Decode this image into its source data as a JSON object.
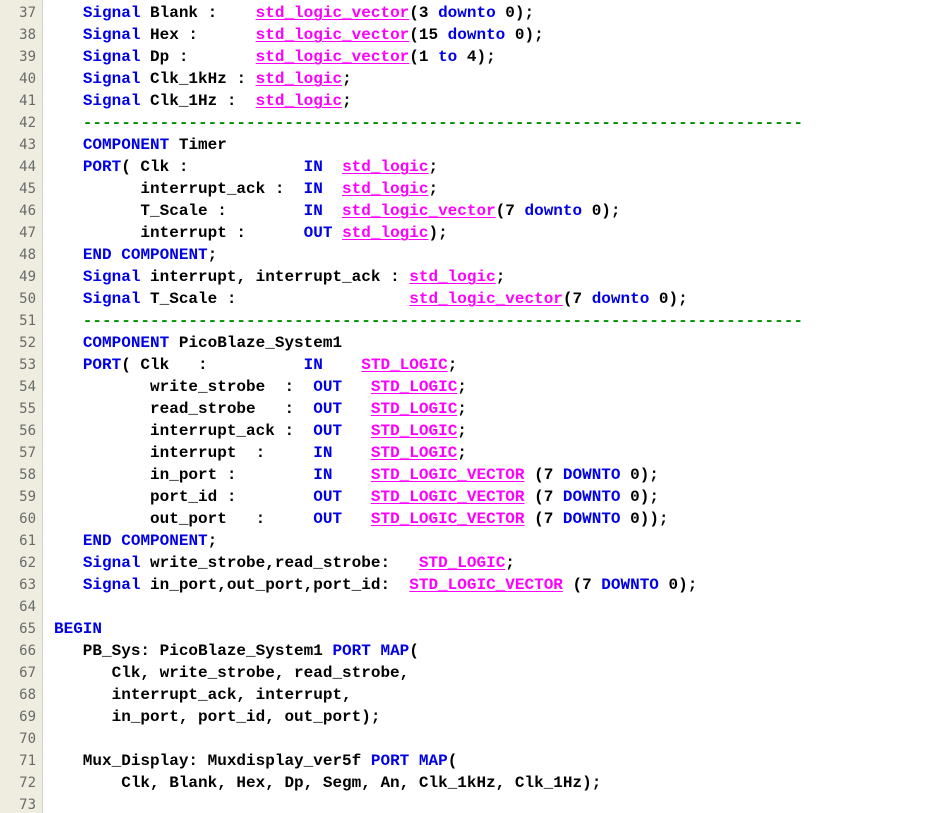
{
  "colors": {
    "keyword": "#0000e6",
    "type": "#ff00ff",
    "comment": "#009000",
    "text": "#000000",
    "gutter_bg": "#eeede0",
    "line_number": "#6a6a6a"
  },
  "lines": [
    {
      "num": "37",
      "tokens": [
        [
          "   ",
          "nm"
        ],
        [
          "Signal",
          "kw"
        ],
        [
          " Blank :    ",
          "nm"
        ],
        [
          "std_logic_vector",
          "ty"
        ],
        [
          "(3 ",
          "nm"
        ],
        [
          "downto",
          "kw"
        ],
        [
          " 0);",
          "nm"
        ]
      ]
    },
    {
      "num": "38",
      "tokens": [
        [
          "   ",
          "nm"
        ],
        [
          "Signal",
          "kw"
        ],
        [
          " Hex :      ",
          "nm"
        ],
        [
          "std_logic_vector",
          "ty"
        ],
        [
          "(15 ",
          "nm"
        ],
        [
          "downto",
          "kw"
        ],
        [
          " 0);",
          "nm"
        ]
      ]
    },
    {
      "num": "39",
      "tokens": [
        [
          "   ",
          "nm"
        ],
        [
          "Signal",
          "kw"
        ],
        [
          " Dp :       ",
          "nm"
        ],
        [
          "std_logic_vector",
          "ty"
        ],
        [
          "(1 ",
          "nm"
        ],
        [
          "to",
          "kw"
        ],
        [
          " 4);",
          "nm"
        ]
      ]
    },
    {
      "num": "40",
      "tokens": [
        [
          "   ",
          "nm"
        ],
        [
          "Signal",
          "kw"
        ],
        [
          " Clk_1kHz : ",
          "nm"
        ],
        [
          "std_logic",
          "ty"
        ],
        [
          ";",
          "nm"
        ]
      ]
    },
    {
      "num": "41",
      "tokens": [
        [
          "   ",
          "nm"
        ],
        [
          "Signal",
          "kw"
        ],
        [
          " Clk_1Hz :  ",
          "nm"
        ],
        [
          "std_logic",
          "ty"
        ],
        [
          ";",
          "nm"
        ]
      ]
    },
    {
      "num": "42",
      "tokens": [
        [
          "   ---------------------------------------------------------------------------",
          "cm"
        ]
      ]
    },
    {
      "num": "43",
      "tokens": [
        [
          "   ",
          "nm"
        ],
        [
          "COMPONENT",
          "kw"
        ],
        [
          " Timer",
          "nm"
        ]
      ]
    },
    {
      "num": "44",
      "tokens": [
        [
          "   ",
          "nm"
        ],
        [
          "PORT",
          "kw"
        ],
        [
          "( Clk :            ",
          "nm"
        ],
        [
          "IN",
          "kw"
        ],
        [
          "  ",
          "nm"
        ],
        [
          "std_logic",
          "ty"
        ],
        [
          ";",
          "nm"
        ]
      ]
    },
    {
      "num": "45",
      "tokens": [
        [
          "         interrupt_ack :  ",
          "nm"
        ],
        [
          "IN",
          "kw"
        ],
        [
          "  ",
          "nm"
        ],
        [
          "std_logic",
          "ty"
        ],
        [
          ";",
          "nm"
        ]
      ]
    },
    {
      "num": "46",
      "tokens": [
        [
          "         T_Scale :        ",
          "nm"
        ],
        [
          "IN",
          "kw"
        ],
        [
          "  ",
          "nm"
        ],
        [
          "std_logic_vector",
          "ty"
        ],
        [
          "(7 ",
          "nm"
        ],
        [
          "downto",
          "kw"
        ],
        [
          " 0);",
          "nm"
        ]
      ]
    },
    {
      "num": "47",
      "tokens": [
        [
          "         interrupt :      ",
          "nm"
        ],
        [
          "OUT",
          "kw"
        ],
        [
          " ",
          "nm"
        ],
        [
          "std_logic",
          "ty"
        ],
        [
          ");",
          "nm"
        ]
      ]
    },
    {
      "num": "48",
      "tokens": [
        [
          "   ",
          "nm"
        ],
        [
          "END",
          "kw"
        ],
        [
          " ",
          "nm"
        ],
        [
          "COMPONENT",
          "kw"
        ],
        [
          ";",
          "nm"
        ]
      ]
    },
    {
      "num": "49",
      "tokens": [
        [
          "   ",
          "nm"
        ],
        [
          "Signal",
          "kw"
        ],
        [
          " interrupt, interrupt_ack : ",
          "nm"
        ],
        [
          "std_logic",
          "ty"
        ],
        [
          ";",
          "nm"
        ]
      ]
    },
    {
      "num": "50",
      "tokens": [
        [
          "   ",
          "nm"
        ],
        [
          "Signal",
          "kw"
        ],
        [
          " T_Scale :                  ",
          "nm"
        ],
        [
          "std_logic_vector",
          "ty"
        ],
        [
          "(7 ",
          "nm"
        ],
        [
          "downto",
          "kw"
        ],
        [
          " 0);",
          "nm"
        ]
      ]
    },
    {
      "num": "51",
      "tokens": [
        [
          "   ---------------------------------------------------------------------------",
          "cm"
        ]
      ]
    },
    {
      "num": "52",
      "tokens": [
        [
          "   ",
          "nm"
        ],
        [
          "COMPONENT",
          "kw"
        ],
        [
          " PicoBlaze_System1",
          "nm"
        ]
      ]
    },
    {
      "num": "53",
      "tokens": [
        [
          "   ",
          "nm"
        ],
        [
          "PORT",
          "kw"
        ],
        [
          "( Clk   :          ",
          "nm"
        ],
        [
          "IN",
          "kw"
        ],
        [
          "    ",
          "nm"
        ],
        [
          "STD_LOGIC",
          "ty"
        ],
        [
          ";",
          "nm"
        ]
      ]
    },
    {
      "num": "54",
      "tokens": [
        [
          "          write_strobe  :  ",
          "nm"
        ],
        [
          "OUT",
          "kw"
        ],
        [
          "   ",
          "nm"
        ],
        [
          "STD_LOGIC",
          "ty"
        ],
        [
          ";",
          "nm"
        ]
      ]
    },
    {
      "num": "55",
      "tokens": [
        [
          "          read_strobe   :  ",
          "nm"
        ],
        [
          "OUT",
          "kw"
        ],
        [
          "   ",
          "nm"
        ],
        [
          "STD_LOGIC",
          "ty"
        ],
        [
          ";",
          "nm"
        ]
      ]
    },
    {
      "num": "56",
      "tokens": [
        [
          "          interrupt_ack :  ",
          "nm"
        ],
        [
          "OUT",
          "kw"
        ],
        [
          "   ",
          "nm"
        ],
        [
          "STD_LOGIC",
          "ty"
        ],
        [
          ";",
          "nm"
        ]
      ]
    },
    {
      "num": "57",
      "tokens": [
        [
          "          interrupt  :     ",
          "nm"
        ],
        [
          "IN",
          "kw"
        ],
        [
          "    ",
          "nm"
        ],
        [
          "STD_LOGIC",
          "ty"
        ],
        [
          ";",
          "nm"
        ]
      ]
    },
    {
      "num": "58",
      "tokens": [
        [
          "          in_port :        ",
          "nm"
        ],
        [
          "IN",
          "kw"
        ],
        [
          "    ",
          "nm"
        ],
        [
          "STD_LOGIC_VECTOR",
          "ty"
        ],
        [
          " (7 ",
          "nm"
        ],
        [
          "DOWNTO",
          "kw"
        ],
        [
          " 0);",
          "nm"
        ]
      ]
    },
    {
      "num": "59",
      "tokens": [
        [
          "          port_id :        ",
          "nm"
        ],
        [
          "OUT",
          "kw"
        ],
        [
          "   ",
          "nm"
        ],
        [
          "STD_LOGIC_VECTOR",
          "ty"
        ],
        [
          " (7 ",
          "nm"
        ],
        [
          "DOWNTO",
          "kw"
        ],
        [
          " 0);",
          "nm"
        ]
      ]
    },
    {
      "num": "60",
      "tokens": [
        [
          "          out_port   :     ",
          "nm"
        ],
        [
          "OUT",
          "kw"
        ],
        [
          "   ",
          "nm"
        ],
        [
          "STD_LOGIC_VECTOR",
          "ty"
        ],
        [
          " (7 ",
          "nm"
        ],
        [
          "DOWNTO",
          "kw"
        ],
        [
          " 0));",
          "nm"
        ]
      ]
    },
    {
      "num": "61",
      "tokens": [
        [
          "   ",
          "nm"
        ],
        [
          "END",
          "kw"
        ],
        [
          " ",
          "nm"
        ],
        [
          "COMPONENT",
          "kw"
        ],
        [
          ";",
          "nm"
        ]
      ]
    },
    {
      "num": "62",
      "tokens": [
        [
          "   ",
          "nm"
        ],
        [
          "Signal",
          "kw"
        ],
        [
          " write_strobe,read_strobe:   ",
          "nm"
        ],
        [
          "STD_LOGIC",
          "ty"
        ],
        [
          ";",
          "nm"
        ]
      ]
    },
    {
      "num": "63",
      "tokens": [
        [
          "   ",
          "nm"
        ],
        [
          "Signal",
          "kw"
        ],
        [
          " in_port,out_port,port_id:  ",
          "nm"
        ],
        [
          "STD_LOGIC_VECTOR",
          "ty"
        ],
        [
          " (7 ",
          "nm"
        ],
        [
          "DOWNTO",
          "kw"
        ],
        [
          " 0);",
          "nm"
        ]
      ]
    },
    {
      "num": "64",
      "tokens": []
    },
    {
      "num": "65",
      "tokens": [
        [
          "BEGIN",
          "kw"
        ]
      ]
    },
    {
      "num": "66",
      "tokens": [
        [
          "   PB_Sys: PicoBlaze_System1 ",
          "nm"
        ],
        [
          "PORT",
          "kw"
        ],
        [
          " ",
          "nm"
        ],
        [
          "MAP",
          "kw"
        ],
        [
          "(",
          "nm"
        ]
      ]
    },
    {
      "num": "67",
      "tokens": [
        [
          "      Clk, write_strobe, read_strobe,",
          "nm"
        ]
      ]
    },
    {
      "num": "68",
      "tokens": [
        [
          "      interrupt_ack, interrupt,",
          "nm"
        ]
      ]
    },
    {
      "num": "69",
      "tokens": [
        [
          "      in_port, port_id, out_port);",
          "nm"
        ]
      ]
    },
    {
      "num": "70",
      "tokens": []
    },
    {
      "num": "71",
      "tokens": [
        [
          "   Mux_Display: Muxdisplay_ver5f ",
          "nm"
        ],
        [
          "PORT",
          "kw"
        ],
        [
          " ",
          "nm"
        ],
        [
          "MAP",
          "kw"
        ],
        [
          "(",
          "nm"
        ]
      ]
    },
    {
      "num": "72",
      "tokens": [
        [
          "       Clk, Blank, Hex, Dp, Segm, An, Clk_1kHz, Clk_1Hz);",
          "nm"
        ]
      ]
    },
    {
      "num": "73",
      "tokens": []
    }
  ]
}
